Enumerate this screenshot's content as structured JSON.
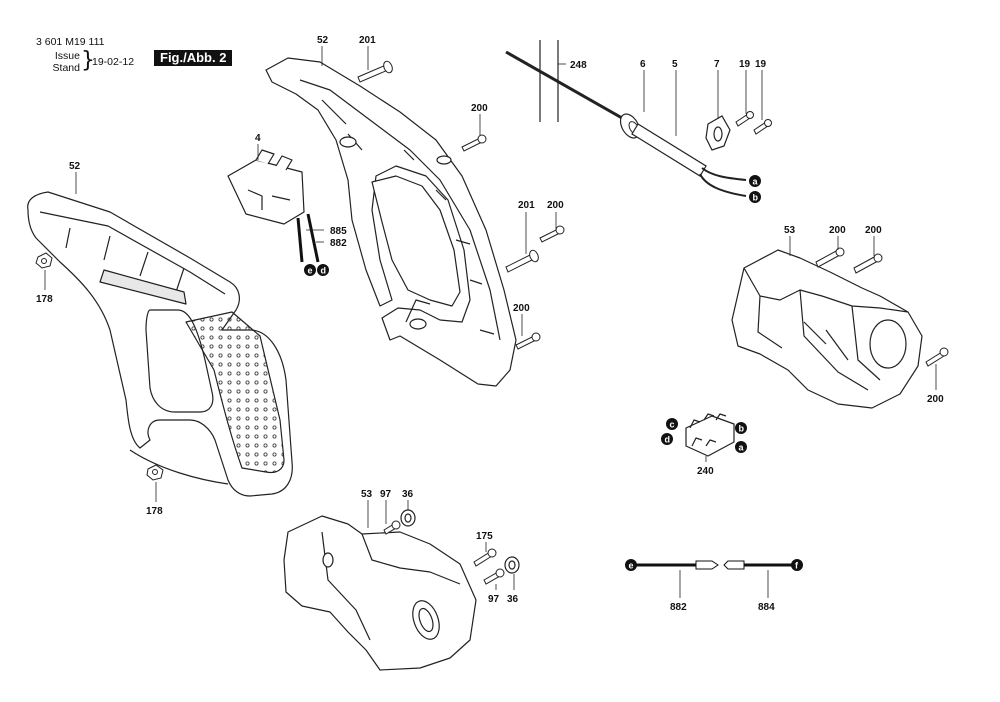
{
  "header": {
    "doc_number": "3 601 M19 111",
    "issue_label": "Issue",
    "stand_label": "Stand",
    "brace": "}",
    "date": "19-02-12",
    "figure": "Fig./Abb. 2"
  },
  "part_labels": {
    "p52_top": "52",
    "p201_top": "201",
    "p200_a": "200",
    "p4": "4",
    "p885": "885",
    "p882_vert": "882",
    "p201_mid": "201",
    "p200_b": "200",
    "p200_c": "200",
    "p52_left": "52",
    "p178_a": "178",
    "p178_b": "178",
    "p248": "248",
    "p6": "6",
    "p5": "5",
    "p7": "7",
    "p19_a": "19",
    "p19_b": "19",
    "p53_right": "53",
    "p200_d": "200",
    "p200_e": "200",
    "p200_f": "200",
    "p240": "240",
    "p53_bottom": "53",
    "p97_a": "97",
    "p36_a": "36",
    "p175": "175",
    "p97_b": "97",
    "p36_b": "36",
    "p882_bottom": "882",
    "p884": "884"
  },
  "connector_badges": {
    "wire_a": "a",
    "wire_b": "b",
    "vert_e": "e",
    "vert_d": "d",
    "sw_c": "c",
    "sw_b": "b",
    "sw_d": "d",
    "sw_a": "a",
    "cable_e": "e",
    "cable_f": "f"
  }
}
